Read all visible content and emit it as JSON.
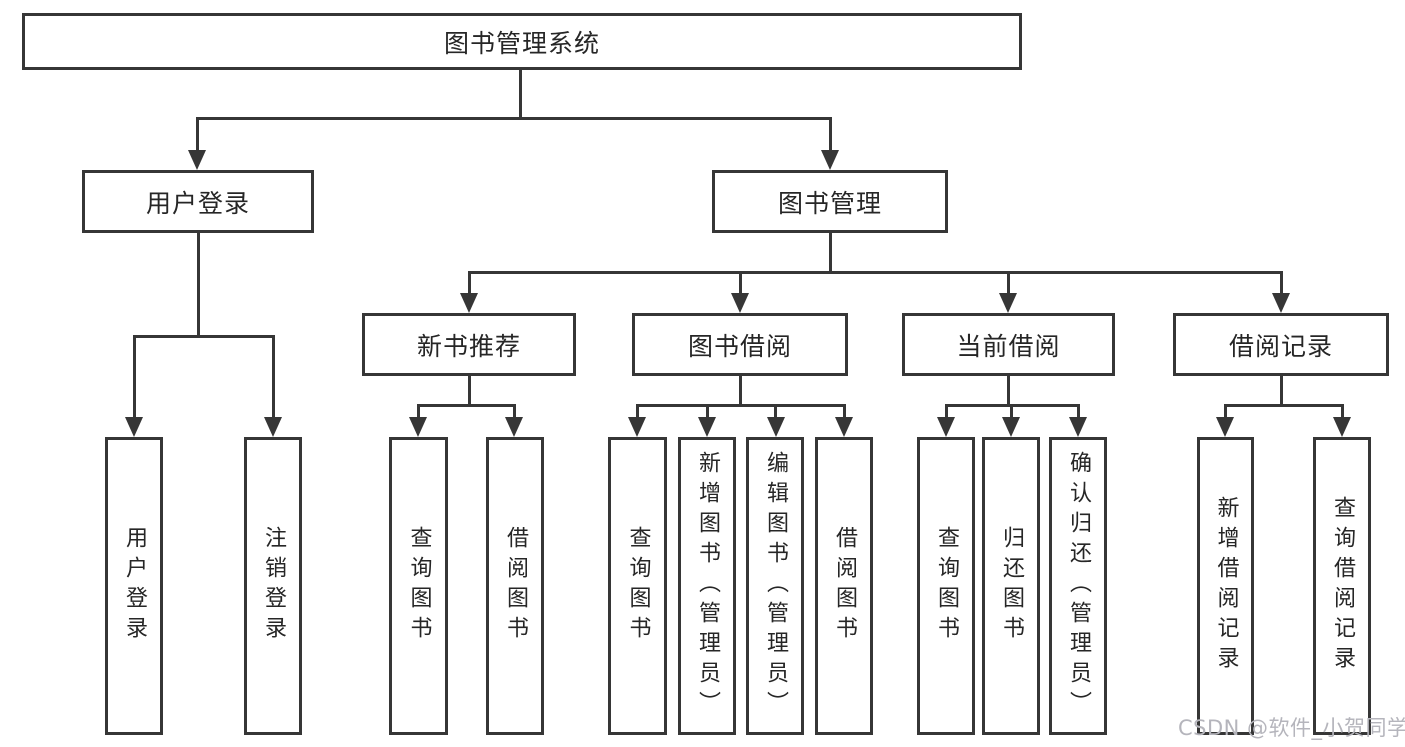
{
  "colors": {
    "line": "#363636",
    "text": "#262626",
    "background": "#ffffff",
    "watermark": "#b5b5bc"
  },
  "title": {
    "label": "图书管理系统"
  },
  "branches": [
    {
      "label": "用户登录",
      "children": [
        {
          "label": "用户登录"
        },
        {
          "label": "注销登录"
        }
      ]
    },
    {
      "label": "图书管理"
    }
  ],
  "modules": [
    {
      "label": "新书推荐",
      "children": [
        {
          "label": "查询图书"
        },
        {
          "label": "借阅图书"
        }
      ]
    },
    {
      "label": "图书借阅",
      "children": [
        {
          "label": "查询图书"
        },
        {
          "label": "新增图书（管理员）"
        },
        {
          "label": "编辑图书（管理员）"
        },
        {
          "label": "借阅图书"
        }
      ]
    },
    {
      "label": "当前借阅",
      "children": [
        {
          "label": "查询图书"
        },
        {
          "label": "归还图书"
        },
        {
          "label": "确认归还（管理员）"
        }
      ]
    },
    {
      "label": "借阅记录",
      "children": [
        {
          "label": "新增借阅记录"
        },
        {
          "label": "查询借阅记录"
        }
      ]
    }
  ],
  "watermark": {
    "text": "CSDN @软件_小贺同学"
  }
}
